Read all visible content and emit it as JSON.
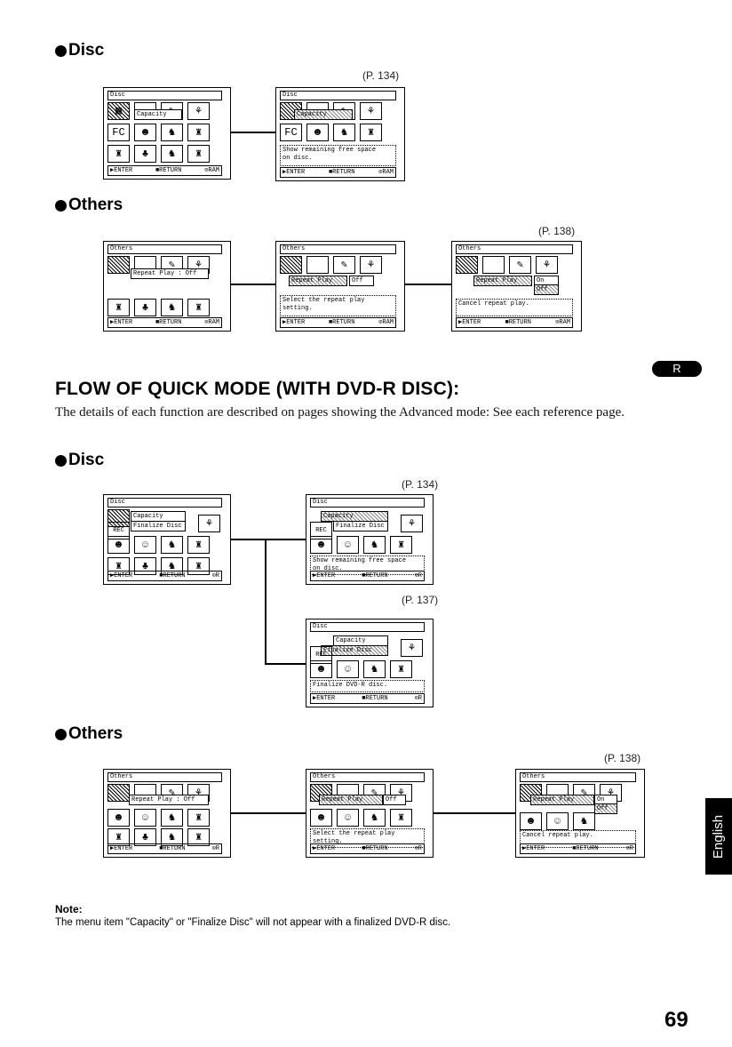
{
  "top": {
    "disc": {
      "label": "Disc",
      "ref": "(P. 134)",
      "screen1": {
        "title": "Disc",
        "row1": [
          "▦",
          "",
          "✎",
          "⚘"
        ],
        "row2": [
          "",
          "☻",
          "♞",
          "♜"
        ],
        "row3": [
          "♜",
          "♣",
          "♞",
          "♜"
        ],
        "popup": "Capacity",
        "footer": [
          "▶ENTER",
          "■RETURN",
          "⊙RAM"
        ]
      },
      "screen2": {
        "title": "Disc",
        "popup": "Capacity",
        "message": "Show remaining free space\non disc.",
        "footer": [
          "▶ENTER",
          "■RETURN",
          "⊙RAM"
        ]
      }
    },
    "others": {
      "label": "Others",
      "ref": "(P. 138)",
      "screen1": {
        "title": "Others",
        "popup": "Repeat Play : Off",
        "footer": [
          "▶ENTER",
          "■RETURN",
          "⊙RAM"
        ]
      },
      "screen2": {
        "title": "Others",
        "popup": "Repeat Play",
        "popup_value": "Off",
        "message": "Select the repeat play\nsetting.",
        "footer": [
          "▶ENTER",
          "■RETURN",
          "⊙RAM"
        ]
      },
      "screen3": {
        "title": "Others",
        "popup": "Repeat Play",
        "popup_value": "On",
        "popup_alt": "Off",
        "message": "Cancel repeat play.",
        "footer": [
          "▶ENTER",
          "■RETURN",
          "⊙RAM"
        ]
      }
    }
  },
  "badge": "R",
  "heading": "FLOW OF QUICK MODE (WITH DVD-R DISC):",
  "body": "The details of each function are described on pages showing the Advanced mode: See each reference page.",
  "bottom": {
    "disc": {
      "label": "Disc",
      "ref1": "(P. 134)",
      "ref2": "(P. 137)",
      "screen1": {
        "title": "Disc",
        "popup1": "Capacity",
        "popup2": "Finalize Disc",
        "footer": [
          "▶ENTER",
          "■RETURN",
          "⊙R"
        ]
      },
      "screen2": {
        "title": "Disc",
        "popup1": "Capacity",
        "popup2": "Finalize Disc",
        "message": "Show remaining free space\non disc.",
        "footer": [
          "▶ENTER",
          "■RETURN",
          "⊙R"
        ]
      },
      "screen3": {
        "title": "Disc",
        "popup1": "Capacity",
        "popup2": "Finalize Disc",
        "message": "Finalize DVD-R disc.",
        "footer": [
          "▶ENTER",
          "■RETURN",
          "⊙R"
        ]
      }
    },
    "others": {
      "label": "Others",
      "ref": "(P. 138)",
      "screen1": {
        "title": "Others",
        "popup": "Repeat Play : Off",
        "footer": [
          "▶ENTER",
          "■RETURN",
          "⊙R"
        ]
      },
      "screen2": {
        "title": "Others",
        "popup": "Repeat Play",
        "popup_value": "Off",
        "message": "Select the repeat play\nsetting.",
        "footer": [
          "▶ENTER",
          "■RETURN",
          "⊙R"
        ]
      },
      "screen3": {
        "title": "Others",
        "popup": "Repeat Play",
        "popup_value": "On",
        "popup_alt": "Off",
        "message": "Cancel repeat play.",
        "footer": [
          "▶ENTER",
          "■RETURN",
          "⊙R"
        ]
      }
    }
  },
  "note": {
    "label": "Note:",
    "text": "The menu item \"Capacity\" or \"Finalize Disc\" will not appear with a finalized DVD-R disc."
  },
  "side_tab": "English",
  "page_number": "69"
}
